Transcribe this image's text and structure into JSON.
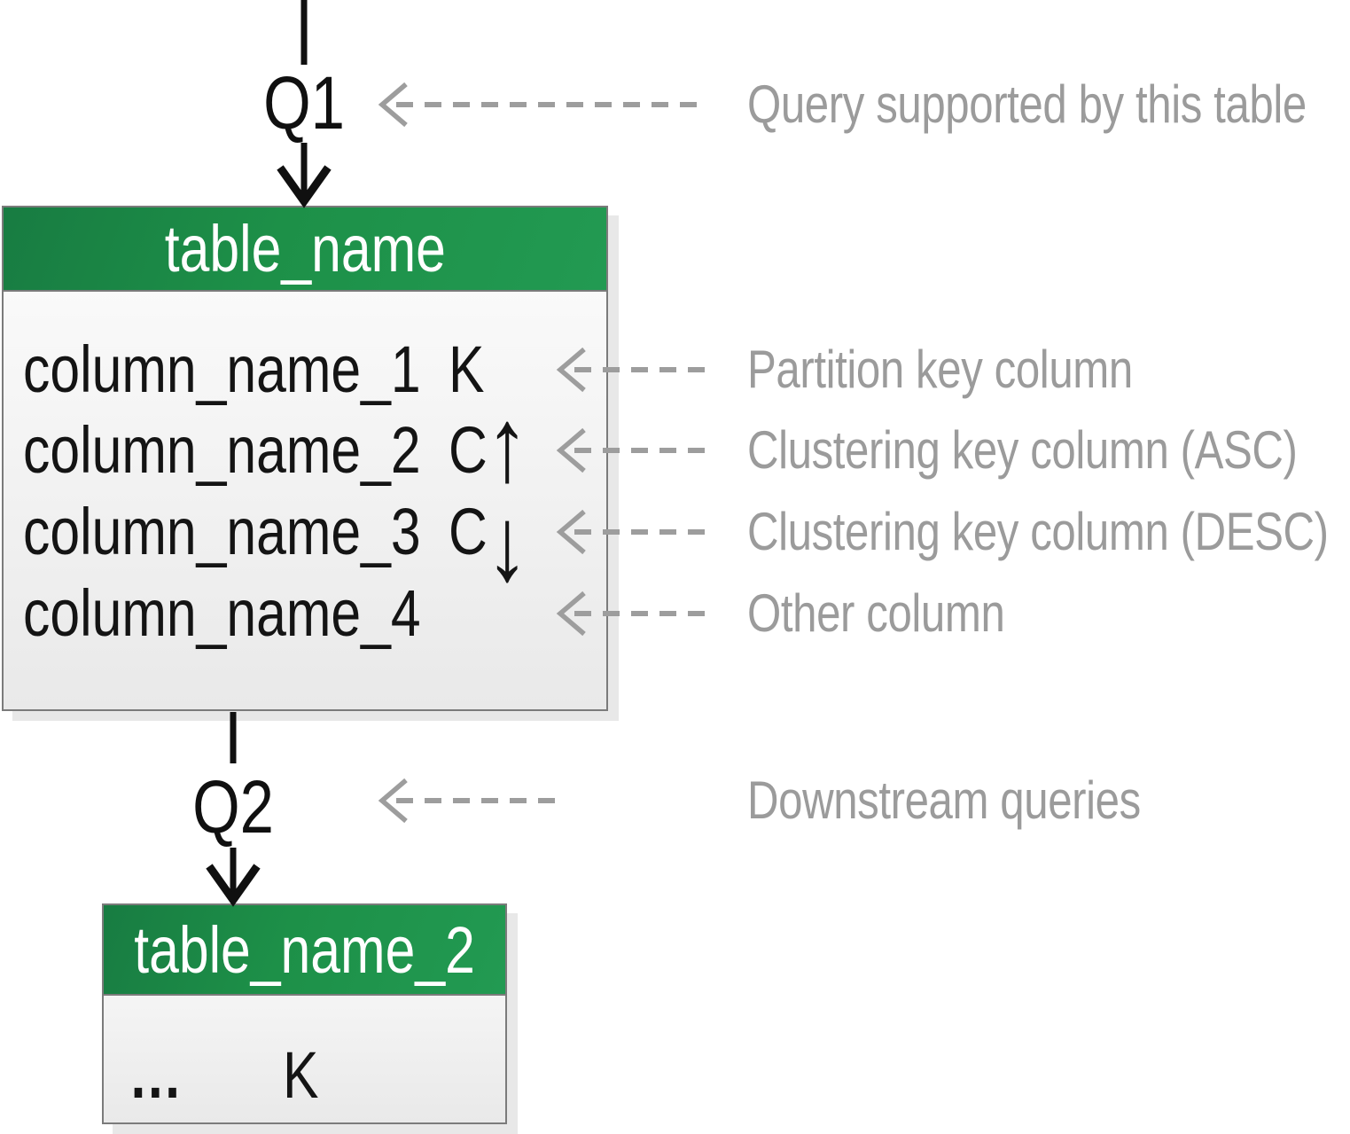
{
  "q1": {
    "label": "Q1",
    "annotation": "Query supported by this table"
  },
  "q2": {
    "label": "Q2",
    "annotation": "Downstream queries"
  },
  "table1": {
    "title": "table_name",
    "rows": [
      {
        "name": "column_name_1",
        "key": "K",
        "arrow": "",
        "annotation": "Partition key column"
      },
      {
        "name": "column_name_2",
        "key": "C",
        "arrow": "↑",
        "annotation": "Clustering key column (ASC)"
      },
      {
        "name": "column_name_3",
        "key": "C",
        "arrow": "↓",
        "annotation": "Clustering key column (DESC)"
      },
      {
        "name": "column_name_4",
        "key": "",
        "arrow": "",
        "annotation": "Other column"
      }
    ]
  },
  "table2": {
    "title": "table_name_2",
    "rows": [
      {
        "name": "…",
        "key": "K"
      }
    ]
  },
  "colors": {
    "header_green": "#1d9048",
    "annotation_gray": "#9b9b9b",
    "border_gray": "#7b7b7b",
    "arrow_black": "#101010",
    "dash_gray": "#9d9d9d"
  }
}
